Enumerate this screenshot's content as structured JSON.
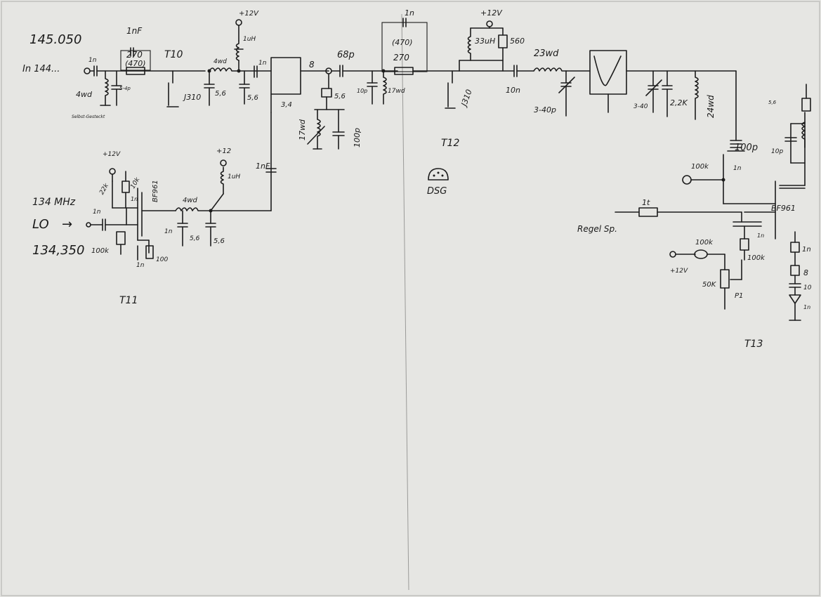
{
  "labels": {
    "freq_in": "145.050",
    "freq_in_note": "In 144...",
    "lo_freq": "134 MHz",
    "lo_label": "LO",
    "lo_freq2": "134,350",
    "t10": "T10",
    "t11": "T11",
    "t12": "T12",
    "t13": "T13",
    "dsg": "DSG",
    "bf961": "BF961",
    "bf961_t11": "BF961",
    "regel": "Regel Sp."
  },
  "values": {
    "c_in": "1n",
    "l_in": "4wd",
    "c_1nf_top": "1nF",
    "r_270": "270",
    "r_470": "(470)",
    "c_5_4p": "5-4p",
    "c_5_6": "5,6",
    "j310_a": "J310",
    "c_5_6b": "5,6",
    "plus12_a": "+12V",
    "l_1uh_a": "1uH",
    "l_4wd": "4wd",
    "c_1n_a": "1n",
    "block_3_4": "3,4",
    "n_8": "8",
    "c_68p": "68p",
    "c_1n_top2": "1n",
    "r_470_b": "(470)",
    "r_270_b": "270",
    "c_5_6c": "5,6",
    "c_10p": "10p",
    "l_17wd_a": "17wd",
    "l_17wd_b": "17wd",
    "c_100p_a": "100p",
    "plus12_b": "+12V",
    "l_33uh": "33uH",
    "r_560": "560",
    "j310_b": "J310",
    "c_10n": "10n",
    "l_23wd": "23wd",
    "c_3_40p": "3-40p",
    "c_3_40p_b": "3-40",
    "c_2_2k": "2,2K",
    "l_24wd": "24wd",
    "c_100p_b": "100p",
    "r_100k_a": "100k",
    "c_1n_b": "1n",
    "plus12_c": "+12V",
    "r_22k": "22k",
    "r_10k": "10k",
    "c_1n_c": "1n",
    "l_1uh_b": "1uH",
    "c_1nf_b": "1nF",
    "l_4wd_b": "4wd",
    "c_1n_lo": "1n",
    "r_100k_b": "100k",
    "c_1n_d": "1n",
    "c_1n_e": "1n",
    "r_100": "100",
    "c_5_6d": "5,6",
    "c_5_6e": "5,6",
    "l_1t": "1t",
    "c_1n_f": "1n",
    "r_100k_c": "100k",
    "r_100k_d": "100k",
    "plus12_d": "+12V",
    "r_50k": "50K",
    "p1": "P1",
    "c_10p_b": "10p",
    "c_1n_g": "1n",
    "c_10": "10",
    "n_8b": "8",
    "c_1n_h": "1n",
    "c_5_6f": "5,6",
    "note_small": "Selbst-Gesteckt"
  },
  "colors": {
    "paper": "#e6e6e3",
    "ink": "#1c1c1c"
  }
}
